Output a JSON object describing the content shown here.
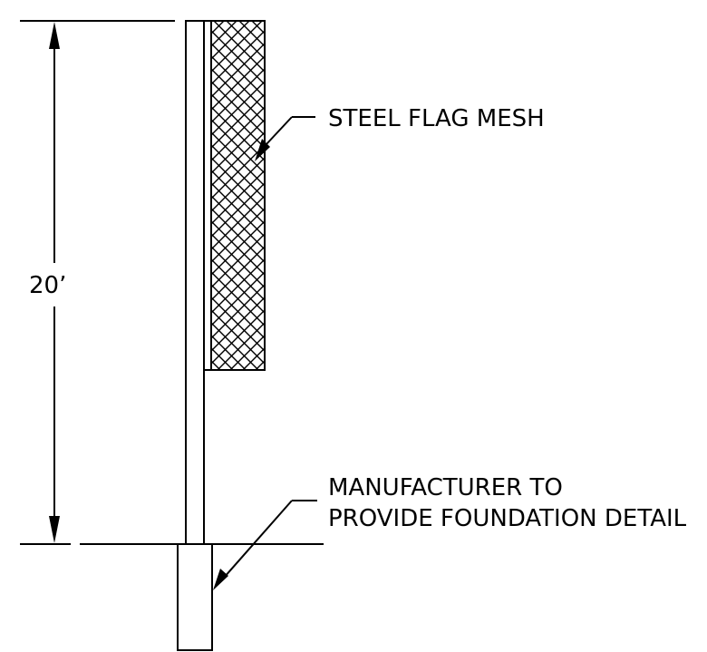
{
  "dimension": {
    "height_label": "20’"
  },
  "callouts": {
    "mesh_label": "STEEL FLAG MESH",
    "foundation_label_line1": "MANUFACTURER TO",
    "foundation_label_line2": "PROVIDE FOUNDATION DETAIL"
  },
  "colors": {
    "line": "#000000",
    "background": "#ffffff"
  }
}
